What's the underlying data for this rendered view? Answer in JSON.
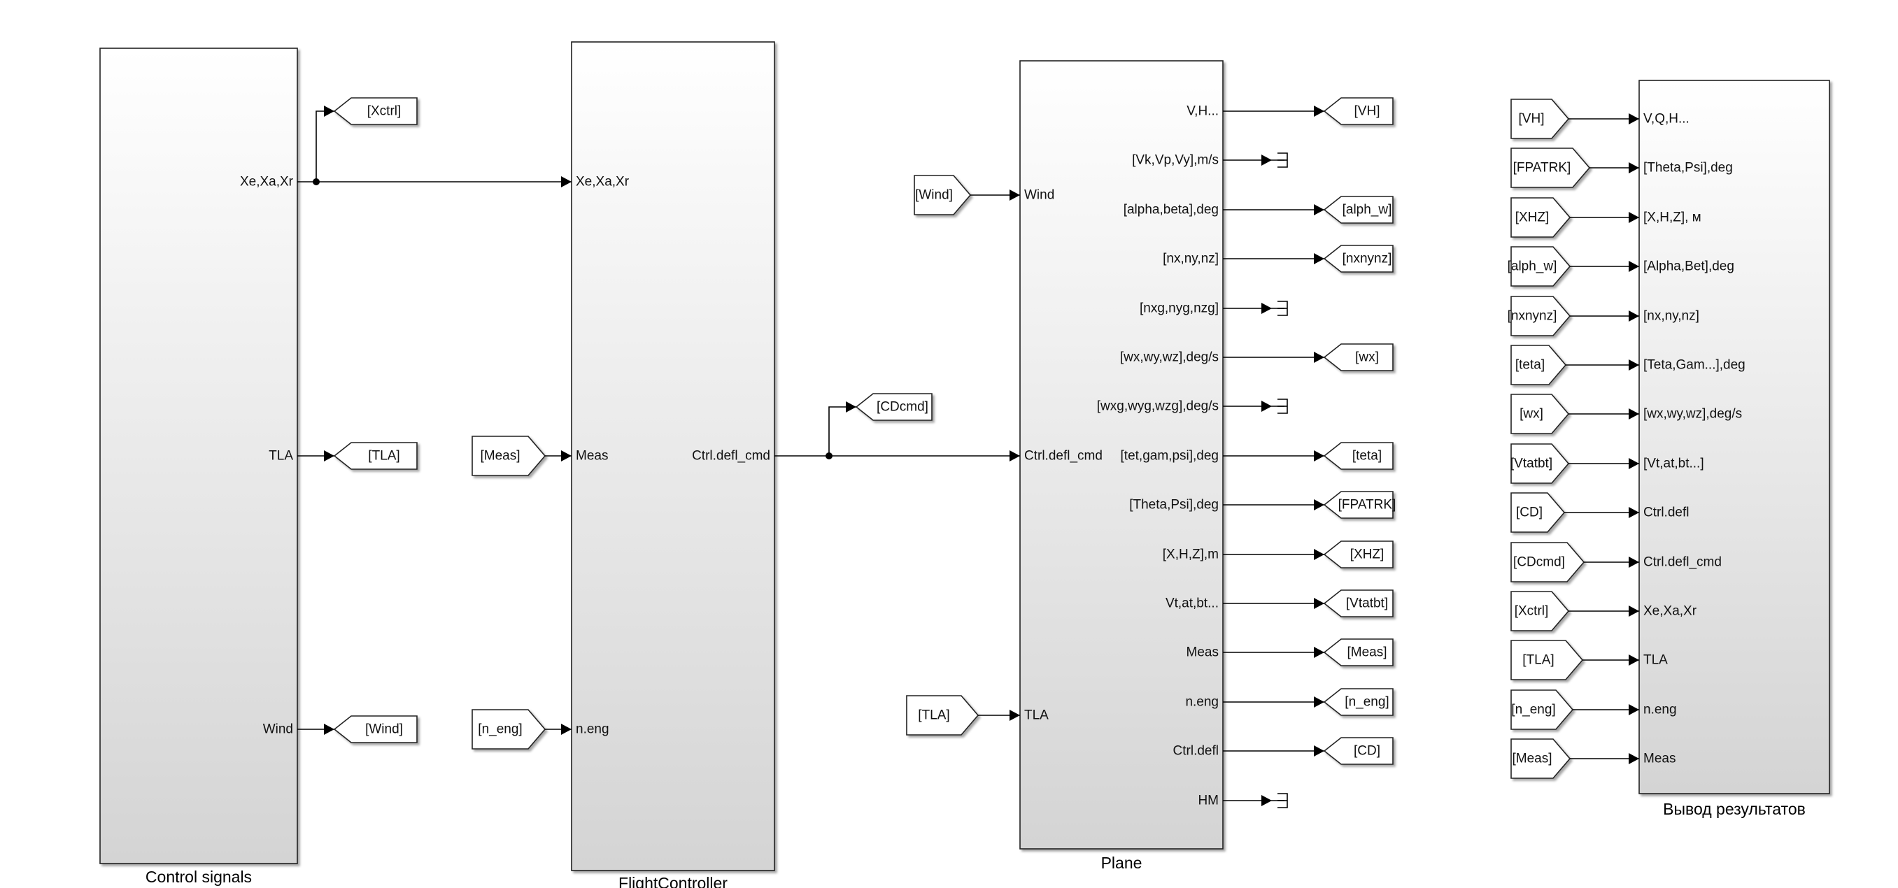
{
  "blocks": {
    "control_signals": {
      "title": "Control signals",
      "outputs": [
        "Xe,Xa,Xr",
        "TLA",
        "Wind"
      ]
    },
    "flight_controller": {
      "title": "FlightController",
      "inputs": [
        "Xe,Xa,Xr",
        "Meas",
        "n.eng"
      ],
      "outputs": [
        "Ctrl.defl_cmd"
      ]
    },
    "plane": {
      "title": "Plane",
      "inputs": [
        "Wind",
        "Ctrl.defl_cmd",
        "TLA"
      ],
      "outputs": [
        "V,H...",
        "[Vk,Vp,Vy],m/s",
        "[alpha,beta],deg",
        "[nx,ny,nz]",
        "[nxg,nyg,nzg]",
        "[wx,wy,wz],deg/s",
        "[wxg,wyg,wzg],deg/s",
        "[tet,gam,psi],deg",
        "[Theta,Psi],deg",
        "[X,H,Z],m",
        "Vt,at,bt...",
        "Meas",
        "n.eng",
        "Ctrl.defl",
        "HM"
      ]
    },
    "results": {
      "title": "Вывод результатов",
      "inputs": [
        "V,Q,H...",
        "[Theta,Psi],deg",
        "[X,H,Z], м",
        "[Alpha,Bet],deg",
        "[nx,ny,nz]",
        "[Teta,Gam...],deg",
        "[wx,wy,wz],deg/s",
        "[Vt,at,bt...]",
        "Ctrl.defl",
        "Ctrl.defl_cmd",
        "Xe,Xa,Xr",
        "TLA",
        "n.eng",
        "Meas"
      ]
    }
  },
  "goto_tags": {
    "control_signals": [
      "[Xctrl]",
      "[TLA]",
      "[Wind]"
    ],
    "flight_controller_out": [
      "[CDcmd]"
    ],
    "plane": [
      "[VH]",
      "",
      "[alph_w]",
      "[nxnynz]",
      "",
      "[wx]",
      "",
      "[teta]",
      "[FPATRK]",
      "[XHZ]",
      "[Vtatbt]",
      "[Meas]",
      "[n_eng]",
      "[CD]",
      ""
    ]
  },
  "from_tags": {
    "flight_controller": [
      "[Meas]",
      "[n_eng]"
    ],
    "plane": [
      "[Wind]",
      "[TLA]"
    ],
    "results": [
      "[VH]",
      "[FPATRK]",
      "[XHZ]",
      "[alph_w]",
      "[nxnynz]",
      "[teta]",
      "[wx]",
      "[Vtatbt]",
      "[CD]",
      "[CDcmd]",
      "[Xctrl]",
      "[TLA]",
      "[n_eng]",
      "[Meas]"
    ]
  },
  "colors": {
    "block_top": "#ffffff",
    "block_bottom": "#d4d4d4",
    "line": "#000000"
  }
}
